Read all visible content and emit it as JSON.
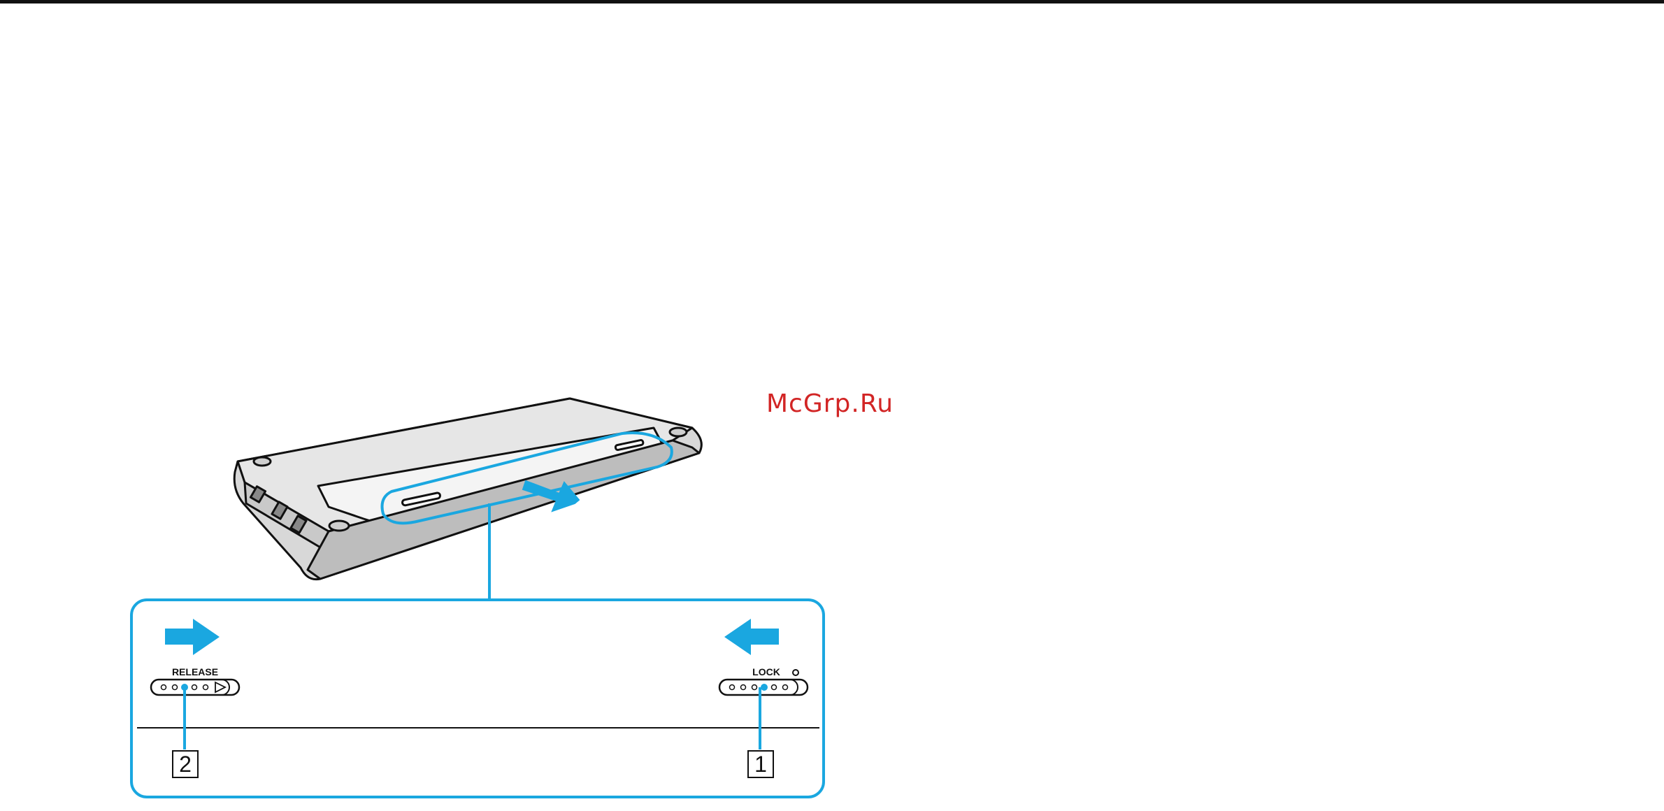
{
  "watermark": {
    "text": "McGrp.Ru"
  },
  "figure": {
    "release_label": "RELEASE",
    "lock_label": "LOCK",
    "callout_2": "2",
    "callout_1": "1"
  },
  "colors": {
    "accent": "#1aa7e0",
    "outline": "#111111",
    "casing": "#dcdcdc",
    "panel": "#f2f2f2",
    "watermark": "#d22525"
  },
  "icons": [
    "arrow-right-icon",
    "arrow-left-icon",
    "slide-out-arrow-icon",
    "play-triangle-icon"
  ]
}
